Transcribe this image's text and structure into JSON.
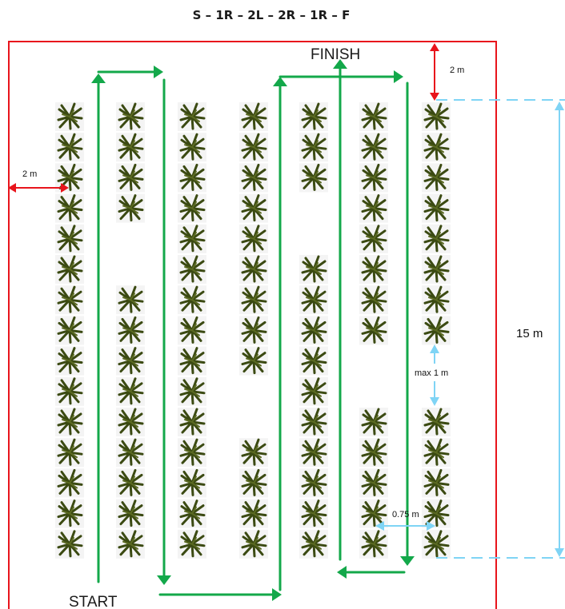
{
  "title": "S – 1R – 2L – 2R – 1R – F",
  "labels": {
    "finish": "FINISH",
    "start": "START",
    "top_gap": "2 m",
    "left_gap": "2 m",
    "row_length": "15 m",
    "max_gap": "max 1 m",
    "row_spacing": "0.75 m"
  },
  "rows": [
    {
      "id": "row-1",
      "plants": [
        1,
        1,
        1,
        1,
        1,
        1,
        1,
        1,
        1,
        1,
        1,
        1,
        1,
        1,
        1
      ]
    },
    {
      "id": "row-2",
      "plants": [
        1,
        1,
        1,
        1,
        0,
        0,
        1,
        1,
        1,
        1,
        1,
        1,
        1,
        1,
        1
      ]
    },
    {
      "id": "row-3",
      "plants": [
        1,
        1,
        1,
        1,
        1,
        1,
        1,
        1,
        1,
        1,
        1,
        1,
        1,
        1,
        1
      ]
    },
    {
      "id": "row-4",
      "plants": [
        1,
        1,
        1,
        1,
        1,
        1,
        1,
        1,
        1,
        0,
        0,
        1,
        1,
        1,
        1
      ]
    },
    {
      "id": "row-5",
      "plants": [
        1,
        1,
        1,
        0,
        0,
        1,
        1,
        1,
        1,
        1,
        1,
        1,
        1,
        1,
        1
      ]
    },
    {
      "id": "row-6",
      "plants": [
        1,
        1,
        1,
        1,
        1,
        1,
        1,
        1,
        0,
        0,
        1,
        1,
        1,
        1,
        1
      ]
    },
    {
      "id": "row-7",
      "plants": [
        1,
        1,
        1,
        1,
        1,
        1,
        1,
        1,
        0,
        0,
        1,
        1,
        1,
        1,
        1
      ]
    }
  ],
  "colors": {
    "boundary": "#e8141c",
    "path": "#13a84a",
    "dimension_red": "#e8141c",
    "dimension_blue": "#7fd4f5",
    "plant": "#3b4a12"
  }
}
